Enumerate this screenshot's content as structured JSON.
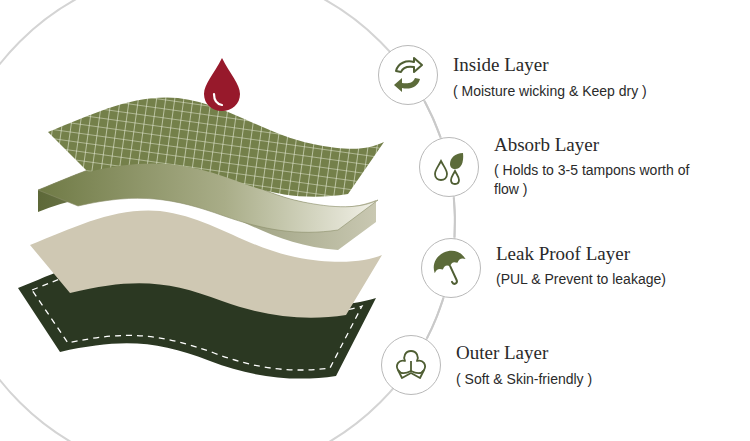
{
  "diagram": {
    "nodes": [
      {
        "text": [
          "Inside Layer",
          "( Moisture wicking & Keep dry )"
        ]
      },
      {
        "text": [
          "Absorb Layer",
          "( Holds to 3-5 tampons worth of flow )"
        ]
      },
      {
        "text": [
          "Leak Proof Layer",
          "(PUL & Prevent to leakage)"
        ]
      },
      {
        "text": [
          "Outer Layer",
          "( Soft & Skin-friendly )"
        ]
      }
    ],
    "edges": [
      {
        "from": 0,
        "to": 1,
        "arrow": "none"
      },
      {
        "from": 1,
        "to": 2,
        "arrow": "none"
      },
      {
        "from": 2,
        "to": 3,
        "arrow": "none"
      }
    ]
  }
}
